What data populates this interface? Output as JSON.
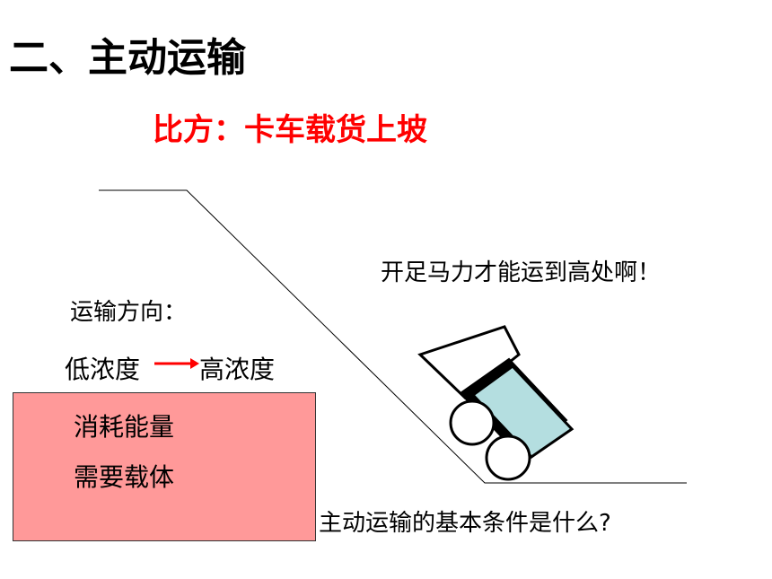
{
  "title": "二、主动运输",
  "subtitle": "比方：卡车载货上坡",
  "quote": "开足马力才能运到高处啊！",
  "direction": {
    "label": "运输方向：",
    "from": "低浓度",
    "to": "高浓度"
  },
  "conditions": {
    "items": [
      "消耗能量",
      "需要载体"
    ]
  },
  "question": "主动运输的基本条件是什么?",
  "colors": {
    "accent_red": "#ff0000",
    "box_pink": "#ff9999",
    "cargo_blue": "#b4dee0"
  }
}
